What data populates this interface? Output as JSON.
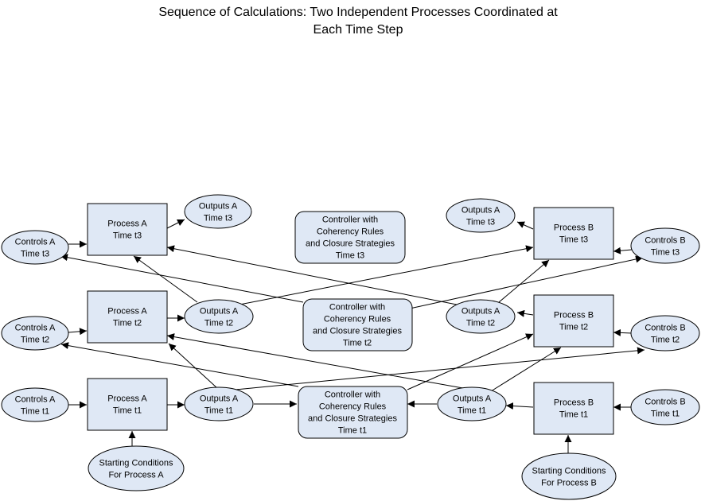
{
  "title": {
    "line1": "Sequence of Calculations: Two Independent  Processes Coordinated at",
    "line2": "Each Time Step"
  },
  "nodes": {
    "ctrlA_t3": [
      "Controls A",
      "Time t3"
    ],
    "procA_t3": [
      "Process A",
      "Time t3"
    ],
    "outA_t3a": [
      "Outputs A",
      "Time t3"
    ],
    "controller_t3": [
      "Controller with",
      "Coherency Rules",
      "and Closure Strategies",
      "Time t3"
    ],
    "outA_t3b": [
      "Outputs A",
      "Time t3"
    ],
    "procB_t3": [
      "Process B",
      "Time t3"
    ],
    "ctrlB_t3": [
      "Controls B",
      "Time t3"
    ],
    "ctrlA_t2": [
      "Controls A",
      "Time t2"
    ],
    "procA_t2": [
      "Process A",
      "Time t2"
    ],
    "outA_t2a": [
      "Outputs A",
      "Time t2"
    ],
    "controller_t2": [
      "Controller with",
      "Coherency Rules",
      "and Closure Strategies",
      "Time t2"
    ],
    "outA_t2b": [
      "Outputs A",
      "Time t2"
    ],
    "procB_t2": [
      "Process B",
      "Time t2"
    ],
    "ctrlB_t2": [
      "Controls B",
      "Time t2"
    ],
    "ctrlA_t1": [
      "Controls A",
      "Time t1"
    ],
    "procA_t1": [
      "Process A",
      "Time t1"
    ],
    "outA_t1a": [
      "Outputs A",
      "Time t1"
    ],
    "controller_t1": [
      "Controller with",
      "Coherency Rules",
      "and Closure Strategies",
      "Time t1"
    ],
    "outA_t1b": [
      "Outputs A",
      "Time t1"
    ],
    "procB_t1": [
      "Process B",
      "Time t1"
    ],
    "ctrlB_t1": [
      "Controls B",
      "Time t1"
    ],
    "startA": [
      "Starting Conditions",
      "For Process A"
    ],
    "startB": [
      "Starting Conditions",
      "For Process B"
    ]
  },
  "colors": {
    "fill": "#dfe8f5",
    "stroke": "#000000"
  }
}
